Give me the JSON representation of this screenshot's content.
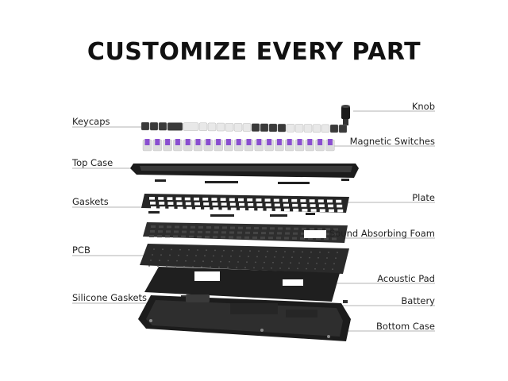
{
  "title": "CUSTOMIZE EVERY PART",
  "labels": {
    "left": [
      "Keycaps",
      "Top Case",
      "Gaskets",
      "PCB",
      "Silicone Gaskets"
    ],
    "right": [
      "Knob",
      "Magnetic Switches",
      "Plate",
      "Sound Absorbing Foam",
      "Acoustic Pad",
      "Battery",
      "Bottom Case"
    ]
  },
  "colors": {
    "case": "#1c1c1c",
    "dark_part": "#2a2a2a",
    "keycap_light": "#e8e8e8",
    "keycap_dark": "#3a3a3a",
    "switch_accent": "#8a4fd0",
    "leader_line": "#9a9a9a"
  }
}
